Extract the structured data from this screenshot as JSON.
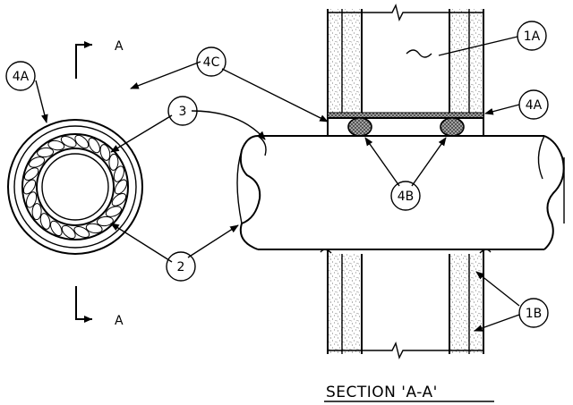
{
  "drawing": {
    "labels": {
      "l_1A": "1A",
      "l_4A_top": "4A",
      "l_4A_left": "4A",
      "l_4C": "4C",
      "l_3": "3",
      "l_4B": "4B",
      "l_2": "2",
      "l_1B": "1B"
    },
    "section_markers": {
      "top": "A",
      "bottom": "A"
    },
    "caption": "SECTION 'A-A'"
  },
  "colors": {
    "line": "#000000",
    "background": "#ffffff"
  }
}
